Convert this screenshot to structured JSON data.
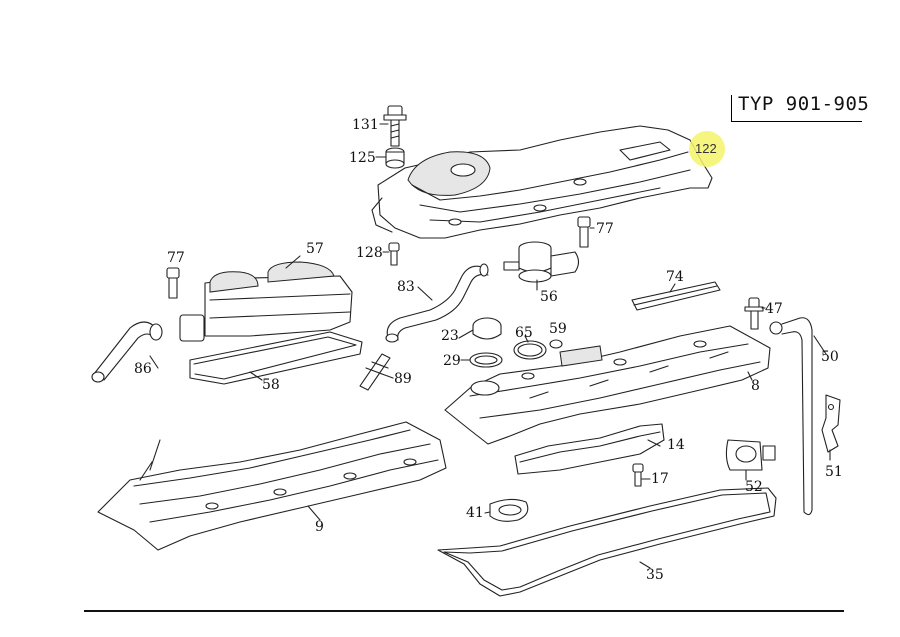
{
  "header": {
    "type_label": "TYP 901-905"
  },
  "highlight": {
    "label": "122",
    "color": "#f5f36a"
  },
  "parts": {
    "p131": "131",
    "p125": "125",
    "p128": "128",
    "p77a": "77",
    "p77b": "77",
    "p57": "57",
    "p83": "83",
    "p56": "56",
    "p74": "74",
    "p47": "47",
    "p86": "86",
    "p58": "58",
    "p23": "23",
    "p65": "65",
    "p59": "59",
    "p29": "29",
    "p89": "89",
    "p50": "50",
    "p8": "8",
    "p14": "14",
    "p51": "51",
    "p17": "17",
    "p52": "52",
    "p9": "9",
    "p41": "41",
    "p35": "35"
  }
}
